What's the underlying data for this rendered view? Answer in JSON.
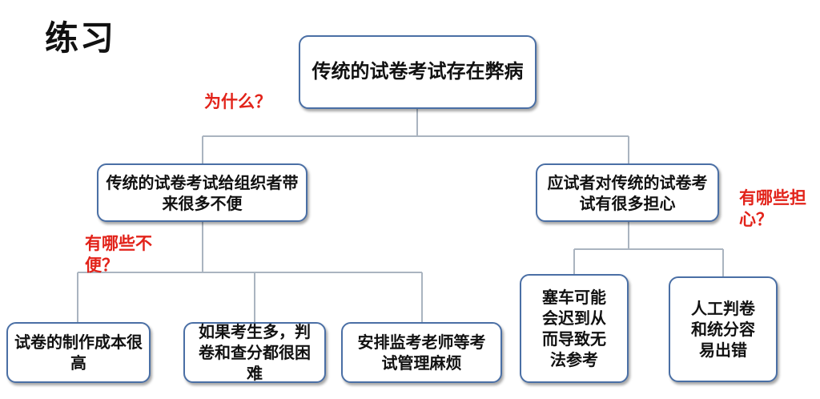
{
  "title": "练习",
  "colors": {
    "node_border": "#4a6fa5",
    "connector": "#aab4c0",
    "question": "#e2231a",
    "text": "#111111"
  },
  "root": {
    "text": "传统的试卷考试存在弊病"
  },
  "question_why": "为什么？",
  "left": {
    "text": "传统的试卷考试给组织者带来很多不便",
    "question": "有哪些不便？",
    "children": [
      "试卷的制作成本很高",
      "如果考生多，判卷和查分都很困难",
      "安排监考老师等考试管理麻烦"
    ]
  },
  "right": {
    "text": "应试者对传统的试卷考试有很多担心",
    "question": "有哪些担心？",
    "children": [
      "塞车可能会迟到从而导致无法参考",
      "人工判卷和统分容易出错"
    ]
  }
}
